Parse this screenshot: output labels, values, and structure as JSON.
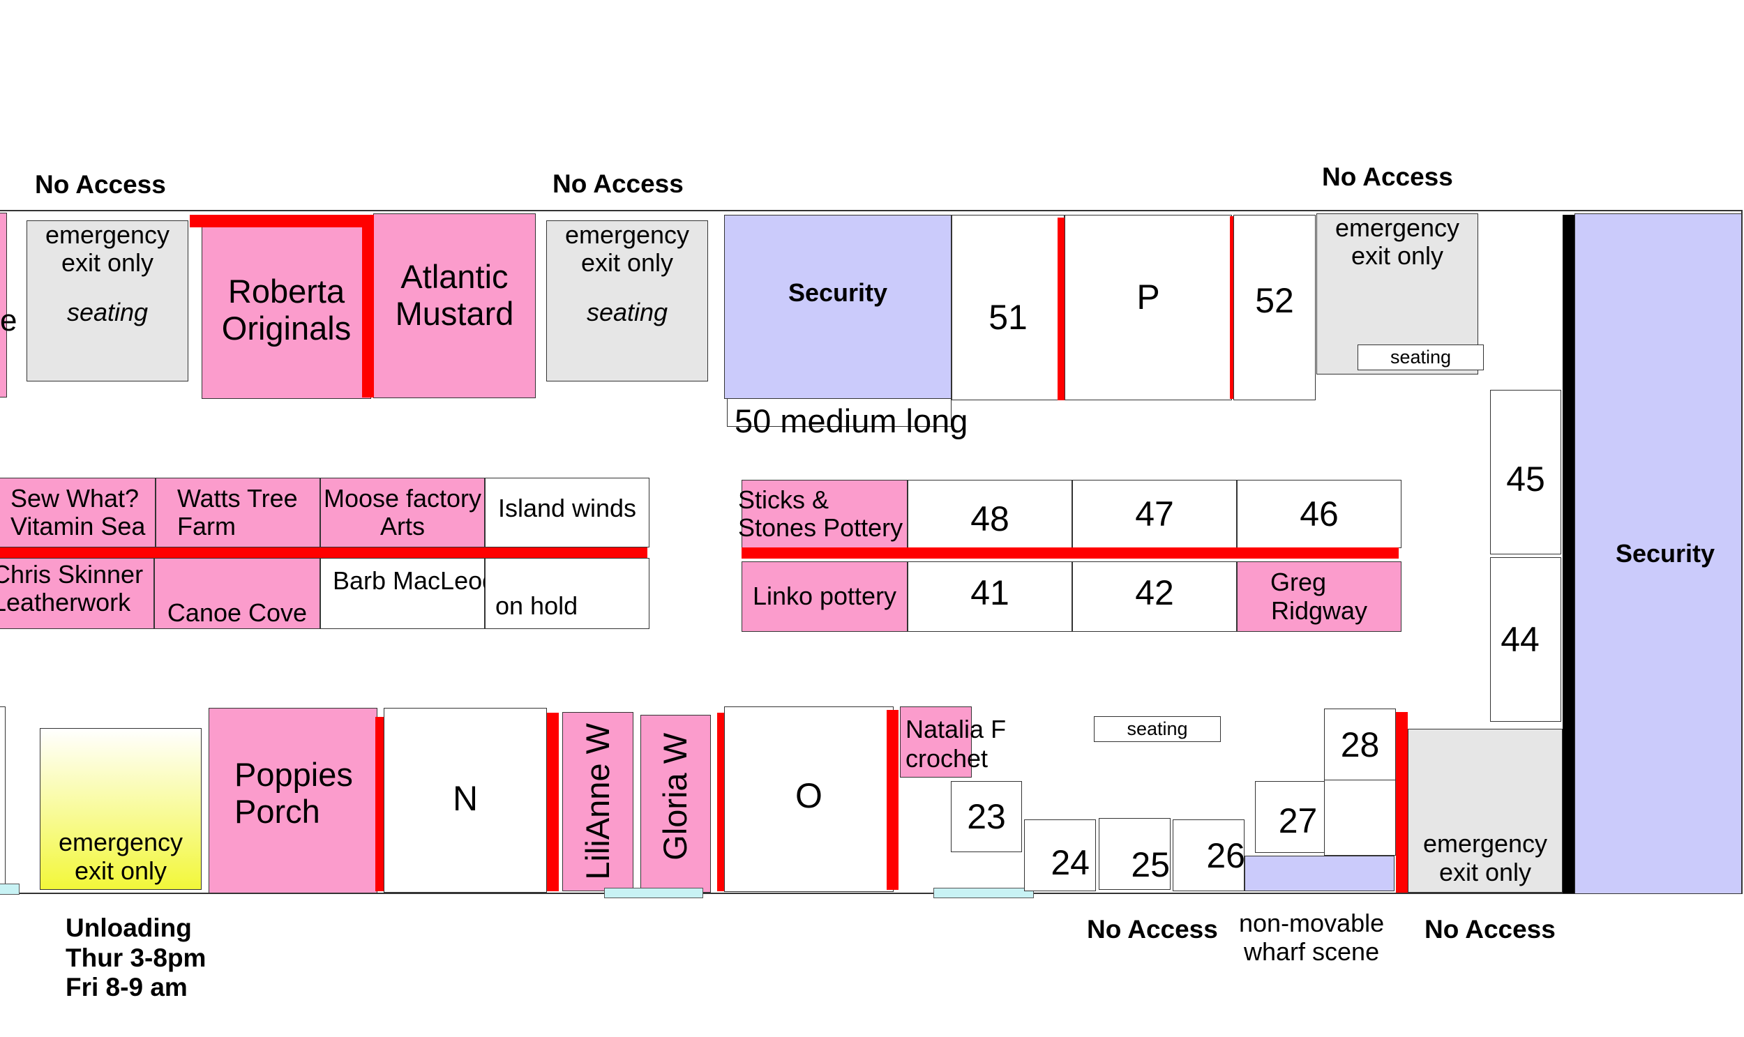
{
  "labels": {
    "no_access_1": "No Access",
    "no_access_2": "No Access",
    "no_access_3": "No Access",
    "no_access_4": "No Access",
    "no_access_5": "No Access",
    "unloading_1": "Unloading",
    "unloading_2": "Thur 3-8pm",
    "unloading_3": "Fri 8-9 am",
    "wharf_1": "non-movable",
    "wharf_2": "wharf scene"
  },
  "top": {
    "cut_letter": "e",
    "em1_a": "emergency",
    "em1_b": "exit only",
    "em1_seat": "seating",
    "roberta_a": "Roberta",
    "roberta_b": "Originals",
    "atlantic_a": "Atlantic",
    "atlantic_b": "Mustard",
    "em2_a": "emergency",
    "em2_b": "exit only",
    "em2_seat": "seating",
    "security": "Security",
    "b51": "51",
    "bP": "P",
    "b52": "52",
    "em3_a": "emergency",
    "em3_b": "exit only",
    "em3_seat": "seating",
    "b50": "50 medium long"
  },
  "middle": {
    "sew_a": "Sew What?",
    "sew_b": "Vitamin Sea",
    "watts_a": "Watts Tree",
    "watts_b": "Farm",
    "moose_a": "Moose factory",
    "moose_b": "Arts",
    "island": "Island winds",
    "chris_a": "Chris Skinner",
    "chris_b": "Leatherwork",
    "canoe": "Canoe Cove",
    "barb": "Barb MacLeod",
    "onhold": "on hold",
    "sticks_a": "Sticks &",
    "sticks_b": "Stones Pottery",
    "b48": "48",
    "b47": "47",
    "b46": "46",
    "linko": "Linko pottery",
    "b41": "41",
    "b42": "42",
    "greg_a": "Greg",
    "greg_b": "Ridgway",
    "b45": "45",
    "b44": "44",
    "security_right": "Security"
  },
  "bottom": {
    "em4_a": "emergency",
    "em4_b": "exit only",
    "poppies_a": "Poppies",
    "poppies_b": "Porch",
    "bN": "N",
    "lilianne": "LiliAnne W",
    "gloria": "Gloria W",
    "bO": "O",
    "natalia_a": "Natalia F",
    "natalia_b": "crochet",
    "seating": "seating",
    "b23": "23",
    "b24": "24",
    "b25": "25",
    "b26": "26",
    "b27": "27",
    "b28": "28",
    "em5_a": "emergency",
    "em5_b": "exit only"
  },
  "colors": {
    "vendor": "#fb9ccc",
    "emergency": "#e6e6e6",
    "security": "#cbcbfb",
    "barrier": "#ff0000",
    "unloading": "#f2f73a"
  }
}
